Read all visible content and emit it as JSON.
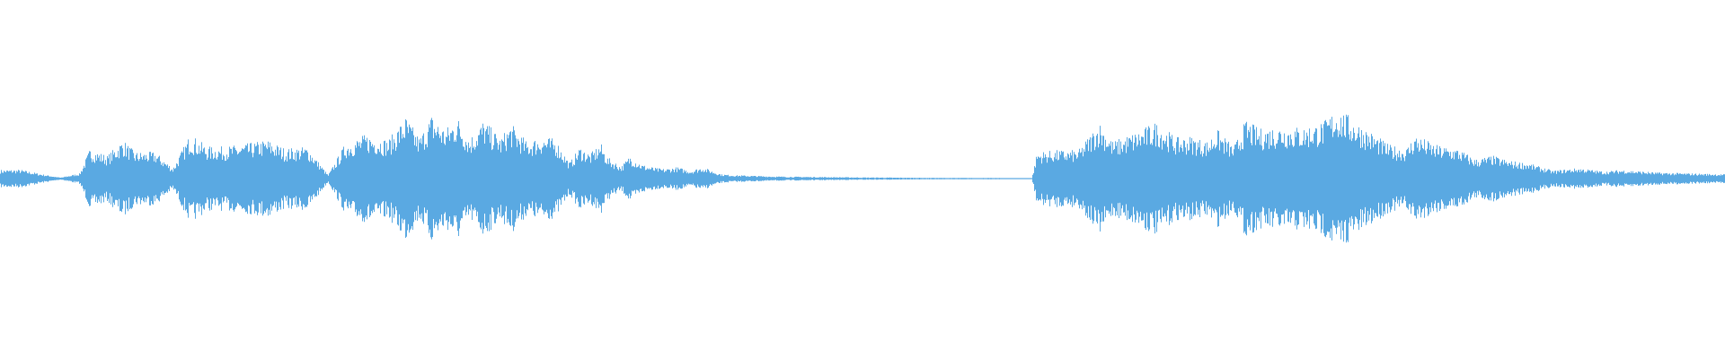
{
  "waveform": {
    "color": "#5aa9e2",
    "background": "#ffffff",
    "envelope": [
      [
        0.0,
        0.05
      ],
      [
        0.012,
        0.05
      ],
      [
        0.024,
        0.025
      ],
      [
        0.035,
        0.006
      ],
      [
        0.046,
        0.03
      ],
      [
        0.052,
        0.17
      ],
      [
        0.062,
        0.13
      ],
      [
        0.071,
        0.22
      ],
      [
        0.078,
        0.15
      ],
      [
        0.09,
        0.15
      ],
      [
        0.1,
        0.06
      ],
      [
        0.11,
        0.25
      ],
      [
        0.12,
        0.18
      ],
      [
        0.13,
        0.18
      ],
      [
        0.145,
        0.2
      ],
      [
        0.155,
        0.22
      ],
      [
        0.165,
        0.17
      ],
      [
        0.178,
        0.18
      ],
      [
        0.19,
        0.02
      ],
      [
        0.2,
        0.2
      ],
      [
        0.212,
        0.25
      ],
      [
        0.225,
        0.22
      ],
      [
        0.235,
        0.35
      ],
      [
        0.243,
        0.23
      ],
      [
        0.25,
        0.36
      ],
      [
        0.258,
        0.28
      ],
      [
        0.265,
        0.35
      ],
      [
        0.272,
        0.23
      ],
      [
        0.28,
        0.33
      ],
      [
        0.29,
        0.23
      ],
      [
        0.296,
        0.31
      ],
      [
        0.305,
        0.21
      ],
      [
        0.314,
        0.24
      ],
      [
        0.322,
        0.22
      ],
      [
        0.33,
        0.09
      ],
      [
        0.336,
        0.18
      ],
      [
        0.342,
        0.14
      ],
      [
        0.348,
        0.2
      ],
      [
        0.352,
        0.12
      ],
      [
        0.36,
        0.07
      ],
      [
        0.365,
        0.13
      ],
      [
        0.372,
        0.08
      ],
      [
        0.38,
        0.06
      ],
      [
        0.385,
        0.055
      ],
      [
        0.392,
        0.065
      ],
      [
        0.4,
        0.045
      ],
      [
        0.407,
        0.065
      ],
      [
        0.418,
        0.025
      ],
      [
        0.425,
        0.02
      ],
      [
        0.45,
        0.012
      ],
      [
        0.5,
        0.007
      ],
      [
        0.55,
        0.004
      ],
      [
        0.598,
        0.003
      ],
      [
        0.601,
        0.15
      ],
      [
        0.612,
        0.16
      ],
      [
        0.625,
        0.16
      ],
      [
        0.637,
        0.32
      ],
      [
        0.645,
        0.21
      ],
      [
        0.655,
        0.25
      ],
      [
        0.66,
        0.27
      ],
      [
        0.67,
        0.32
      ],
      [
        0.682,
        0.23
      ],
      [
        0.69,
        0.24
      ],
      [
        0.7,
        0.21
      ],
      [
        0.705,
        0.28
      ],
      [
        0.715,
        0.18
      ],
      [
        0.722,
        0.33
      ],
      [
        0.73,
        0.28
      ],
      [
        0.742,
        0.3
      ],
      [
        0.755,
        0.29
      ],
      [
        0.767,
        0.32
      ],
      [
        0.775,
        0.4
      ],
      [
        0.785,
        0.33
      ],
      [
        0.795,
        0.26
      ],
      [
        0.805,
        0.19
      ],
      [
        0.815,
        0.17
      ],
      [
        0.82,
        0.25
      ],
      [
        0.832,
        0.19
      ],
      [
        0.845,
        0.17
      ],
      [
        0.855,
        0.11
      ],
      [
        0.865,
        0.13
      ],
      [
        0.875,
        0.1
      ],
      [
        0.885,
        0.09
      ],
      [
        0.9,
        0.045
      ],
      [
        0.915,
        0.06
      ],
      [
        0.93,
        0.04
      ],
      [
        0.94,
        0.05
      ],
      [
        0.96,
        0.035
      ],
      [
        0.98,
        0.03
      ],
      [
        1.0,
        0.025
      ]
    ]
  }
}
